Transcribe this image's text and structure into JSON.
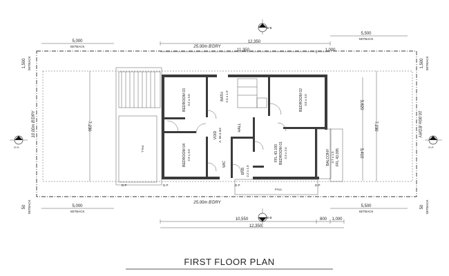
{
  "title": "FIRST FLOOR PLAN",
  "setbacks": {
    "top_left": "5,000",
    "top_right": "5,500",
    "bottom_left": "5,000",
    "bottom_right": "5,500",
    "label": "SETBACK",
    "left_top": "1,500",
    "right_top": "1,500",
    "left_bottom": "50",
    "right_bottom": "50"
  },
  "dimensions": {
    "top_overall": "12,350",
    "top_inner": "11,350",
    "top_right_small": "1,000",
    "bottom_overall": "12,350",
    "bottom_a": "10,550",
    "bottom_b": "800",
    "bottom_c": "1,000",
    "left_height": "7,230",
    "right_height": "7,230",
    "right_upper": "3,820",
    "right_lower": "3,410"
  },
  "boundaries": {
    "top": "25.00m B'DRY",
    "bottom": "25.00m B'DRY",
    "left": "10.00m B'DRY",
    "right": "10.00m B'DRY"
  },
  "section_markers": {
    "top": "B-B",
    "bottom": "B-B",
    "left": "A-A",
    "right": "A-A"
  },
  "rooms": {
    "bedroom3": {
      "name": "BEDROOM 03",
      "size": "3.2 x 3.0"
    },
    "bath": {
      "name": "BATH",
      "size": "2.4 x 1.9"
    },
    "bedroom2": {
      "name": "BEDROOM 02",
      "size": "3.8 x 3.0"
    },
    "bedroom4": {
      "name": "BEDROOM 04",
      "size": "2.9 x 3.0"
    },
    "void": {
      "name": "VOID",
      "size": "A. 66.4 m2"
    },
    "hall": {
      "name": "HALL"
    },
    "wic": {
      "name": "WIC"
    },
    "ens": {
      "name": "ENS",
      "size": "2.2 x 1.6"
    },
    "bedroom1": {
      "name": "BEDROOM 01",
      "size": "3.3 x 3.4",
      "level": "FFL 43.150"
    },
    "balcony": {
      "name": "BALCONY",
      "size": "3.7 x 1.5",
      "level": "FFL 43.095"
    }
  },
  "annotations": {
    "fall_left": "FALL",
    "fall_bottom": "FALL",
    "dp_1": "D.P",
    "dp_2": "D.P",
    "dp_3": "D.P",
    "dp_4": "D.P"
  }
}
